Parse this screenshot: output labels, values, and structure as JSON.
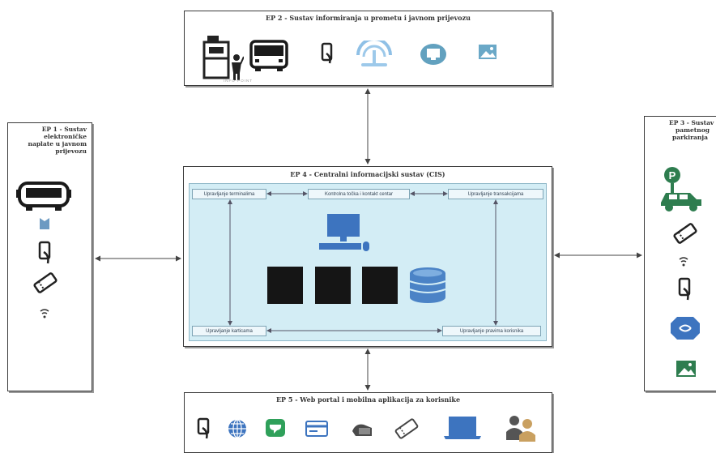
{
  "ep2": {
    "title": "EP 2 - Sustav informiranja u prometu i javnom prijevozu",
    "caption": "INFO-POINT"
  },
  "ep1": {
    "title_lines": [
      "EP 1 - Sustav",
      "elektroničke",
      "naplate u javnom",
      "prijevozu"
    ]
  },
  "ep3": {
    "title_lines": [
      "EP 3 - Sustav",
      "pametnog",
      "parkiranja"
    ]
  },
  "ep4": {
    "title": "EP 4 - Centralni informacijski sustav (CIS)",
    "modules": [
      "Upravljanje terminalima",
      "Kontrolna točka i kontakt centar",
      "Upravljanje transakcijama",
      "Upravljanje karticama",
      "Upravljanje pravima korisnika"
    ]
  },
  "ep5": {
    "title": "EP 5 - Web portal i mobilna aplikacija za korisnike"
  },
  "icons": {
    "ep2": [
      "kiosk-icon",
      "bus-icon",
      "smartphone-icon",
      "wifi-icon",
      "monitor-icon",
      "image-icon"
    ],
    "ep1": [
      "bus-front-icon",
      "validator-icon",
      "smartphone-icon",
      "ticket-icon",
      "nfc-icon"
    ],
    "ep3": [
      "parking-car-icon",
      "ticket-icon",
      "nfc-icon",
      "smartphone-icon",
      "sensor-icon",
      "image-icon"
    ],
    "ep4": [
      "workstation-icon",
      "server-icon",
      "server-icon",
      "server-icon",
      "database-icon"
    ],
    "ep5": [
      "smartphone-icon",
      "globe-icon",
      "chat-icon",
      "card-icon",
      "hand-icon",
      "ticket-icon",
      "laptop-icon",
      "users-icon"
    ]
  },
  "colors": {
    "cis_background": "#d3edf5",
    "icon_blue": "#3d74bf",
    "icon_green": "#2e7d4f",
    "server": "#151515"
  }
}
